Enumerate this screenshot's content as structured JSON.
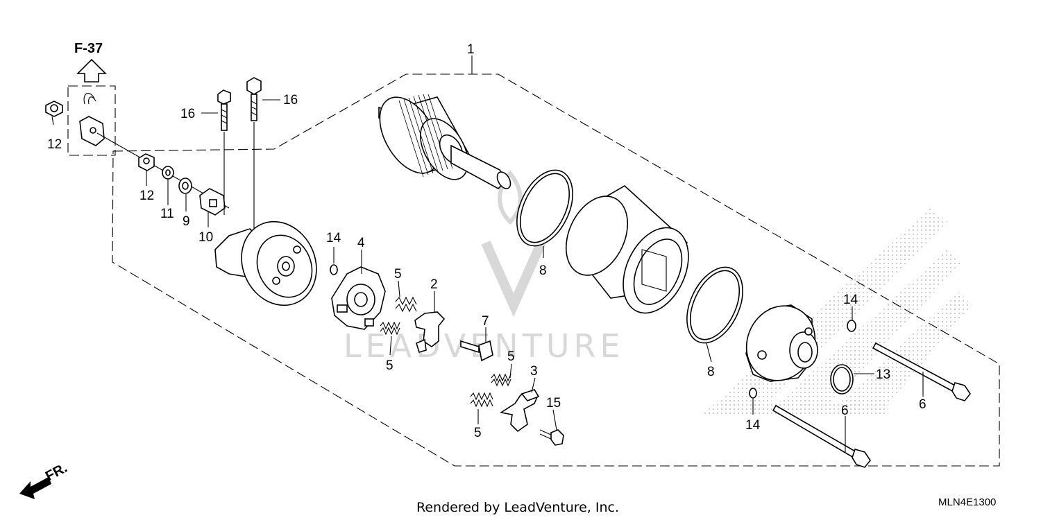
{
  "diagram": {
    "reference": {
      "label": "F-37"
    },
    "callouts": [
      {
        "id": "c1",
        "text": "1"
      },
      {
        "id": "c2",
        "text": "2"
      },
      {
        "id": "c3",
        "text": "3"
      },
      {
        "id": "c4",
        "text": "4"
      },
      {
        "id": "c5a",
        "text": "5"
      },
      {
        "id": "c5b",
        "text": "5"
      },
      {
        "id": "c5c",
        "text": "5"
      },
      {
        "id": "c5d",
        "text": "5"
      },
      {
        "id": "c6a",
        "text": "6"
      },
      {
        "id": "c6b",
        "text": "6"
      },
      {
        "id": "c7",
        "text": "7"
      },
      {
        "id": "c8a",
        "text": "8"
      },
      {
        "id": "c8b",
        "text": "8"
      },
      {
        "id": "c9",
        "text": "9"
      },
      {
        "id": "c10",
        "text": "10"
      },
      {
        "id": "c11",
        "text": "11"
      },
      {
        "id": "c12a",
        "text": "12"
      },
      {
        "id": "c12b",
        "text": "12"
      },
      {
        "id": "c13",
        "text": "13"
      },
      {
        "id": "c14a",
        "text": "14"
      },
      {
        "id": "c14b",
        "text": "14"
      },
      {
        "id": "c14c",
        "text": "14"
      },
      {
        "id": "c15",
        "text": "15"
      },
      {
        "id": "c16a",
        "text": "16"
      },
      {
        "id": "c16b",
        "text": "16"
      }
    ],
    "front_indicator": "FR.",
    "watermark": "LEADVENTURE",
    "credit": "Rendered by LeadVenture, Inc.",
    "diagram_code": "MLN4E1300"
  }
}
